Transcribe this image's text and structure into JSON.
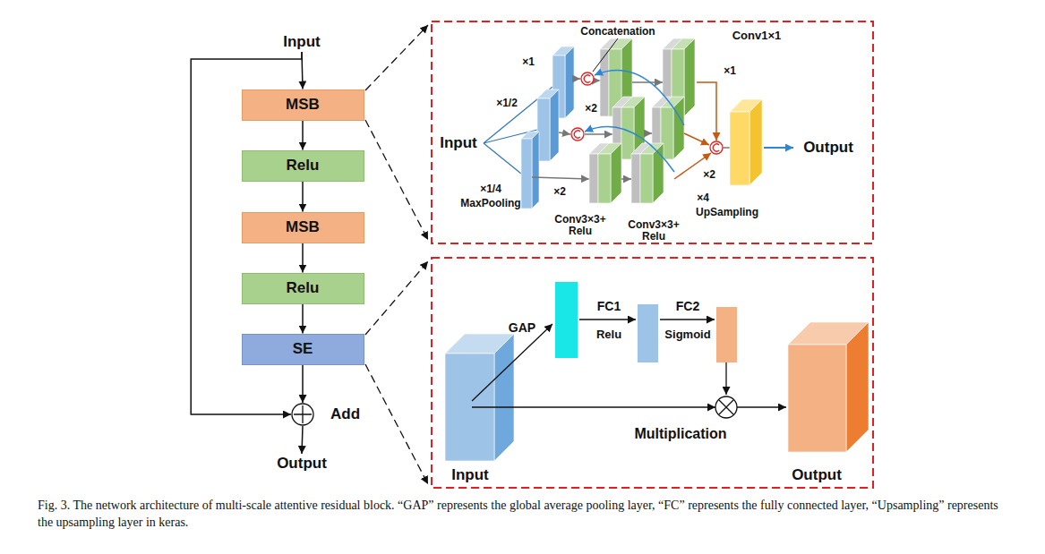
{
  "diagram": {
    "caption": "Fig. 3. The network architecture of multi-scale attentive residual block. “GAP” represents the global average pooling layer, “FC” represents the fully connected layer, “Upsampling” represents the upsampling layer in keras.",
    "nodes": [
      {
        "text": [
          "Input"
        ]
      },
      {
        "text": [
          "MSB"
        ]
      },
      {
        "text": [
          "Relu"
        ]
      },
      {
        "text": [
          "MSB"
        ]
      },
      {
        "text": [
          "Relu"
        ]
      },
      {
        "text": [
          "SE"
        ]
      },
      {
        "text": [
          "Add"
        ]
      },
      {
        "text": [
          "Output"
        ]
      }
    ],
    "edges": [
      {
        "from": 0,
        "to": 1,
        "arrow": "to"
      },
      {
        "from": 1,
        "to": 2,
        "arrow": "to"
      },
      {
        "from": 2,
        "to": 3,
        "arrow": "to"
      },
      {
        "from": 3,
        "to": 4,
        "arrow": "to"
      },
      {
        "from": 4,
        "to": 5,
        "arrow": "to"
      },
      {
        "from": 5,
        "to": 6,
        "arrow": "to"
      },
      {
        "from": 6,
        "to": 7,
        "arrow": "to"
      },
      {
        "from": 0,
        "to": 6,
        "arrow": "to"
      }
    ],
    "labels": [
      "Concatenation",
      "×1",
      "×1/2",
      "×1/4",
      "MaxPooling",
      "Input",
      "×2",
      "×2",
      "Conv3×3+ Relu",
      "Conv3×3+ Relu",
      "×1",
      "×2",
      "×4",
      "UpSampling",
      "Conv1×1",
      "Output",
      "GAP",
      "FC1",
      "Relu",
      "FC2",
      "Sigmoid",
      "Multiplication",
      "Input",
      "Output"
    ]
  }
}
